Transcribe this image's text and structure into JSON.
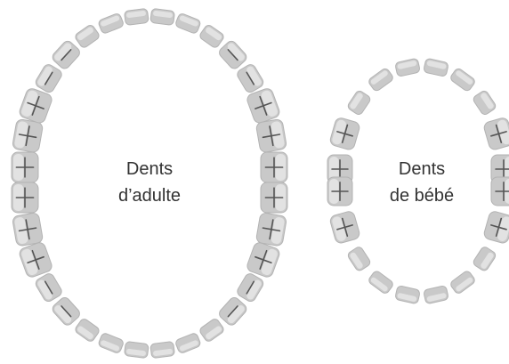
{
  "diagram": {
    "adult": {
      "label_line1": "Dents",
      "label_line2": "d’adulte",
      "upper_arch_teeth": 16,
      "lower_arch_teeth": 16
    },
    "baby": {
      "label_line1": "Dents",
      "label_line2": "de bébé",
      "upper_arch_teeth": 10,
      "lower_arch_teeth": 10
    },
    "colors": {
      "tooth_fill": "#c9c9c9",
      "tooth_edge": "#b3b3b3",
      "highlight": "#e6e6e6",
      "groove": "#555555",
      "text": "#333333",
      "background": "#ffffff"
    }
  }
}
